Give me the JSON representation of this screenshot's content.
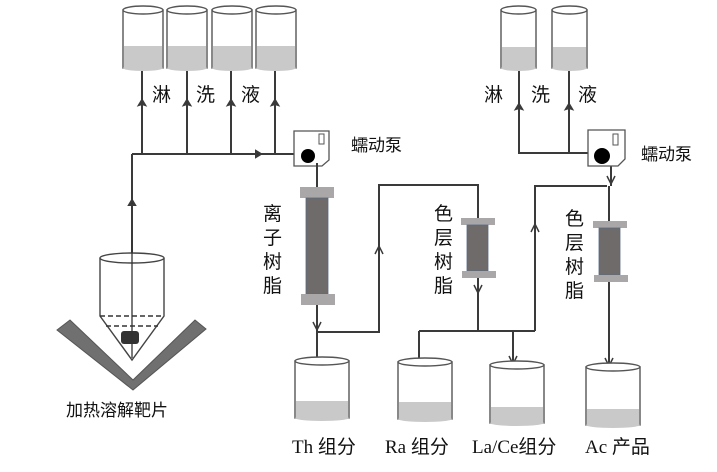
{
  "diagram": {
    "title": "",
    "colors": {
      "line": "#3a3a3a",
      "liquid": "#c9c9c9",
      "resin": "#6f6b6b",
      "cap": "#a9a7a7",
      "target": "#6e6e6e"
    },
    "left_section": {
      "eluent_label_chars": [
        "淋",
        "洗",
        "液"
      ],
      "eluent_bottle_count": 4,
      "pump_label": "蠕动泵",
      "dissolve_label": "加热溶解靶片",
      "ion_resin_label_chars": [
        "离",
        "子",
        "树",
        "脂"
      ]
    },
    "middle_section": {
      "chroma_resin_label_chars": [
        "色",
        "层",
        "树",
        "脂"
      ]
    },
    "right_section": {
      "eluent_label_chars": [
        "淋",
        "洗",
        "液"
      ],
      "eluent_bottle_count": 2,
      "pump_label": "蠕动泵",
      "chroma_resin_label_chars": [
        "色",
        "层",
        "树",
        "脂"
      ]
    },
    "collectors": [
      {
        "label": "Th 组分"
      },
      {
        "label": "Ra 组分"
      },
      {
        "label": "La/Ce组分"
      },
      {
        "label": "Ac 产品"
      }
    ]
  }
}
